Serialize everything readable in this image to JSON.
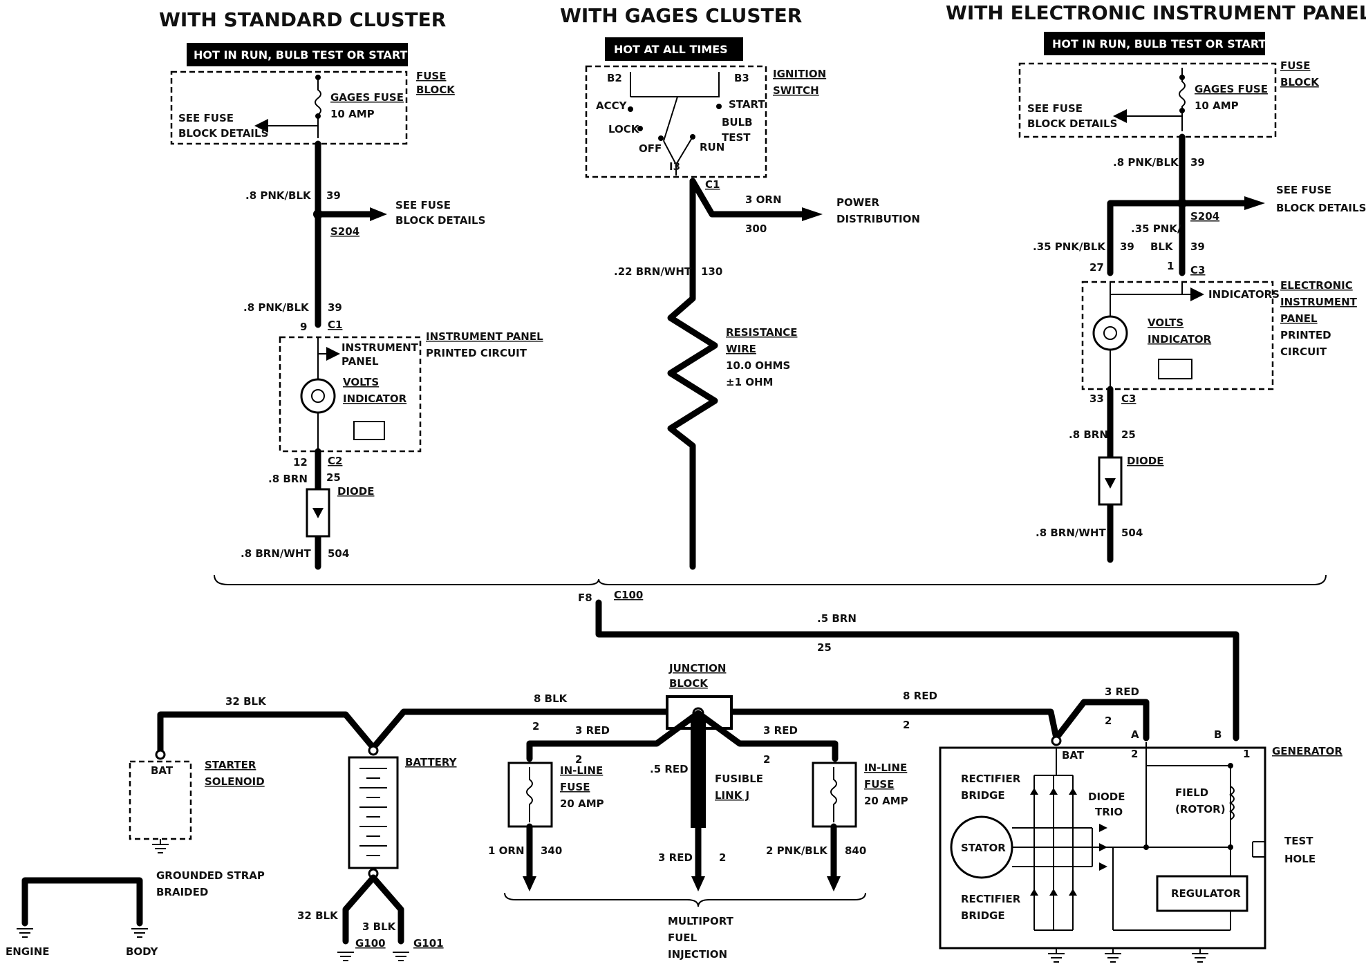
{
  "headings": {
    "standard": "WITH STANDARD CLUSTER",
    "gages": "WITH GAGES CLUSTER",
    "electronic": "WITH ELECTRONIC INSTRUMENT PANEL"
  },
  "standard": {
    "hot_label": "HOT IN RUN, BULB TEST OR START",
    "fuse_block": [
      "FUSE",
      "BLOCK"
    ],
    "gages_fuse": "GAGES FUSE",
    "fuse_amp": "10 AMP",
    "see_fuse_details": [
      "SEE FUSE",
      "BLOCK DETAILS"
    ],
    "wire1_size": ".8 PNK/BLK",
    "wire1_circuit": "39",
    "see_fuse_right": [
      "SEE FUSE",
      "BLOCK DETAILS"
    ],
    "splice": "S204",
    "wire2_size": ".8 PNK/BLK",
    "wire2_circuit": "39",
    "c1_pin": "9",
    "c1": "C1",
    "ip_panel_small": [
      "INSTRUMENT",
      "PANEL"
    ],
    "ip_printed": [
      "INSTRUMENT PANEL",
      "PRINTED CIRCUIT"
    ],
    "volts_indicator": [
      "VOLTS",
      "INDICATOR"
    ],
    "c2_pin": "12",
    "c2": "C2",
    "wire3_size": ".8 BRN",
    "wire3_circuit": "25",
    "diode": "DIODE",
    "wire4_size": ".8 BRN/WHT",
    "wire4_circuit": "504"
  },
  "gages": {
    "hot_label": "HOT AT ALL TIMES",
    "b2": "B2",
    "b3": "B3",
    "accy": "ACCY",
    "lock": "LOCK",
    "off": "OFF",
    "run": "RUN",
    "start": "START",
    "bulb_test": [
      "BULB",
      "TEST"
    ],
    "i3": "I3",
    "ignition_switch": [
      "IGNITION",
      "SWITCH"
    ],
    "c1": "C1",
    "orn_size": "3 ORN",
    "orn_circuit": "300",
    "power_distribution": [
      "POWER",
      "DISTRIBUTION"
    ],
    "wire_size": ".22 BRN/WHT",
    "wire_circuit": "130",
    "resistance_wire": [
      "RESISTANCE",
      "WIRE",
      "10.0 OHMS",
      "±1 OHM"
    ]
  },
  "electronic": {
    "hot_label": "HOT IN RUN, BULB TEST OR START",
    "fuse_block": [
      "FUSE",
      "BLOCK"
    ],
    "gages_fuse": "GAGES FUSE",
    "fuse_amp": "10 AMP",
    "see_fuse_details": [
      "SEE FUSE",
      "BLOCK DETAILS"
    ],
    "wire1_size": ".8 PNK/BLK",
    "wire1_circuit": "39",
    "see_fuse_right": [
      "SEE FUSE",
      "BLOCK DETAILS"
    ],
    "splice": "S204",
    "left_size": ".35 PNK/BLK",
    "left_circuit": "39",
    "mid_size": [
      ".35 PNK/",
      "BLK"
    ],
    "mid_circuit": "39",
    "pin27": "27",
    "pin1": "1",
    "c3": "C3",
    "indicators": "INDICATORS",
    "eip": [
      "ELECTRONIC",
      "INSTRUMENT",
      "PANEL",
      "PRINTED",
      "CIRCUIT"
    ],
    "volts_indicator": [
      "VOLTS",
      "INDICATOR"
    ],
    "pin33": "33",
    "c3b": "C3",
    "wire3_size": ".8 BRN",
    "wire3_circuit": "25",
    "diode": "DIODE",
    "wire4_size": ".8 BRN/WHT",
    "wire4_circuit": "504"
  },
  "connector": {
    "f8": "F8",
    "c100": "C100",
    "brn_size": ".5 BRN",
    "brn_circuit": "25"
  },
  "power": {
    "blk32_top": "32 BLK",
    "blk8": "8 BLK",
    "junction_block": [
      "JUNCTION",
      "BLOCK"
    ],
    "red8": "8 RED",
    "red8_circuit": "2",
    "red3_right": "3 RED",
    "red3_right_circuit": "2",
    "starter_bat": "BAT",
    "starter_solenoid": [
      "STARTER",
      "SOLENOID"
    ],
    "battery": "BATTERY",
    "left_circuit": "2",
    "red3_left": "3 RED",
    "red3_left_circuit": "2",
    "inline_fuse_left": [
      "IN-LINE",
      "FUSE",
      "20 AMP"
    ],
    "red5": ".5 RED",
    "fusible_link": [
      "FUSIBLE",
      "LINK J"
    ],
    "red3_mid": "3 RED",
    "red3_mid_circuit": "2",
    "inline_fuse_right": [
      "IN-LINE",
      "FUSE",
      "20 AMP"
    ],
    "orn1": "1 ORN",
    "orn1_circuit": "340",
    "red3_bottom": "3 RED",
    "red3_bottom_circuit": "2",
    "pnk2": "2 PNK/BLK",
    "pnk2_circuit": "840",
    "multiport": [
      "MULTIPORT",
      "FUEL",
      "INJECTION"
    ],
    "grounded_strap": [
      "GROUNDED STRAP",
      "BRAIDED"
    ],
    "engine": "ENGINE",
    "body": "BODY",
    "blk32_bottom": "32 BLK",
    "blk3": "3 BLK",
    "g100": "G100",
    "g101": "G101"
  },
  "generator": {
    "title": "GENERATOR",
    "bat": "BAT",
    "term_a": "A",
    "term_b": "B",
    "pin2": "2",
    "pin1": "1",
    "rectifier_top": [
      "RECTIFIER",
      "BRIDGE"
    ],
    "diode_trio": [
      "DIODE",
      "TRIO"
    ],
    "stator": "STATOR",
    "field": [
      "FIELD",
      "(ROTOR)"
    ],
    "regulator": "REGULATOR",
    "rectifier_bottom": [
      "RECTIFIER",
      "BRIDGE"
    ],
    "test_hole": [
      "TEST",
      "HOLE"
    ]
  }
}
